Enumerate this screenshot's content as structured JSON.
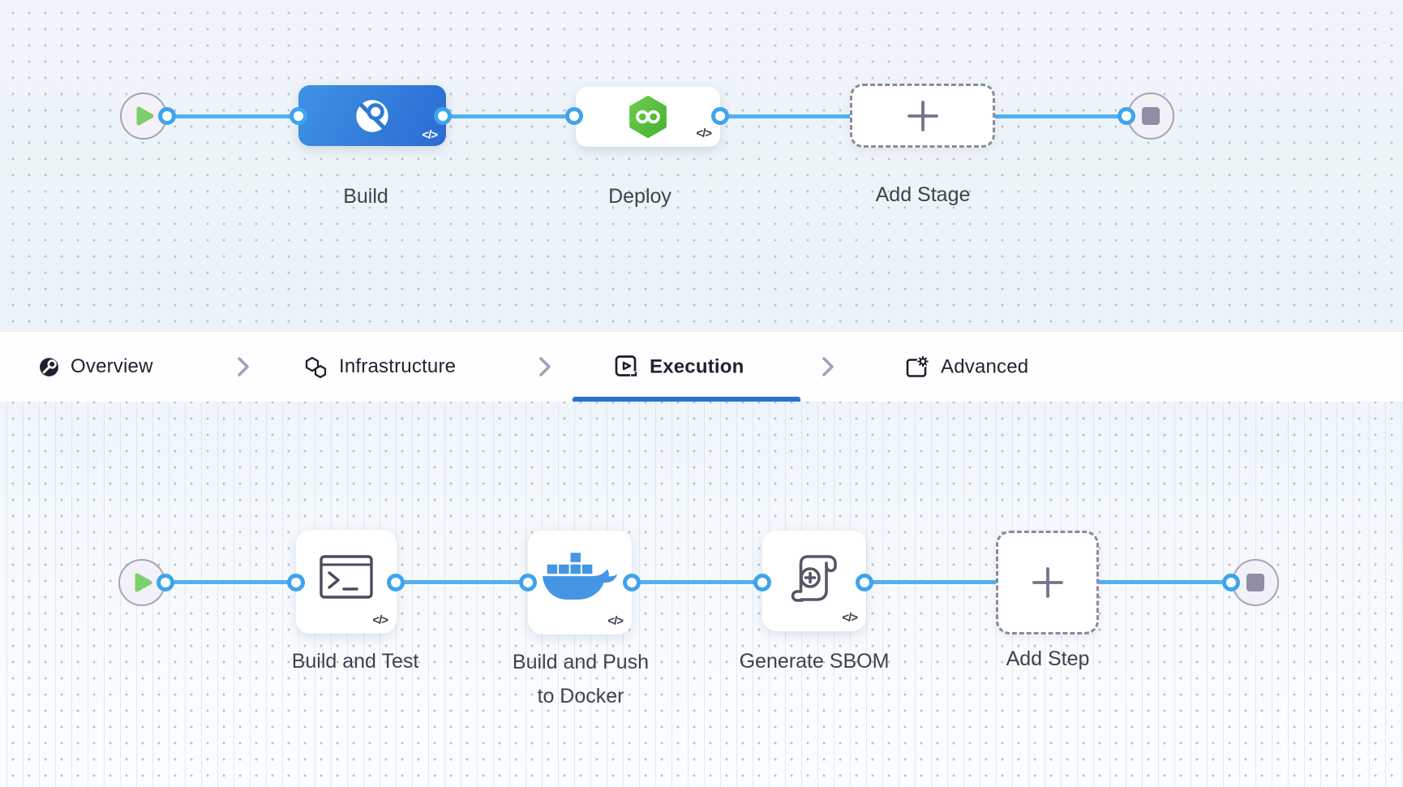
{
  "code_badge": "</>",
  "stage_flow": {
    "stages": [
      {
        "id": "build",
        "label": "Build",
        "type": "ci-stage"
      },
      {
        "id": "deploy",
        "label": "Deploy",
        "type": "cd-stage"
      }
    ],
    "add_stage_label": "Add Stage"
  },
  "tab_bar": {
    "tabs": [
      {
        "id": "overview",
        "label": "Overview",
        "active": false
      },
      {
        "id": "infrastructure",
        "label": "Infrastructure",
        "active": false
      },
      {
        "id": "execution",
        "label": "Execution",
        "active": true
      },
      {
        "id": "advanced",
        "label": "Advanced",
        "active": false
      }
    ]
  },
  "step_flow": {
    "steps": [
      {
        "id": "build-and-test",
        "label": "Build and Test"
      },
      {
        "id": "build-and-push-to-docker",
        "label_line1": "Build and Push",
        "label_line2": "to Docker"
      },
      {
        "id": "generate-sbom",
        "label": "Generate SBOM"
      }
    ],
    "add_step_label": "Add Step"
  },
  "colors": {
    "connector_blue": "#54b1ee",
    "link_dot_ring": "#3ea4ed",
    "ci_stage_blue": "#2f7cd9",
    "cd_hexagon_green": "#55bd3a",
    "docker_blue": "#4496e5",
    "play_green": "#7ccf6b",
    "stop_gray": "#908da6",
    "active_tab_underline": "#2a72d3",
    "canvas_background": "#eef4f9"
  }
}
